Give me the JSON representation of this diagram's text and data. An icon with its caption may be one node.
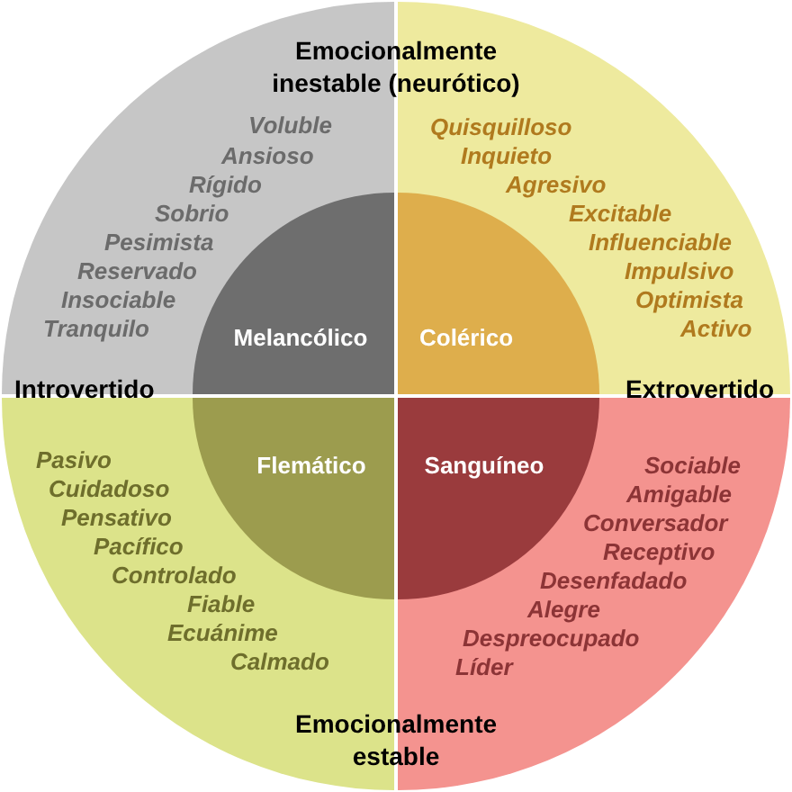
{
  "diagram": {
    "nodes": [
      {
        "text": [
          "Voluble",
          "Ansioso",
          "Rígido",
          "Sobrio",
          "Pesimista",
          "Reservado",
          "Insociable",
          "Tranquilo"
        ]
      },
      {
        "text": [
          "Melancólico"
        ],
        "in": 0
      },
      {
        "text": [
          "Quisquilloso",
          "Inquieto",
          "Agresivo",
          "Excitable",
          "Influenciable",
          "Impulsivo",
          "Optimista",
          "Activo"
        ]
      },
      {
        "text": [
          "Colérico"
        ],
        "in": 2
      },
      {
        "text": [
          "Pasivo",
          "Cuidadoso",
          "Pensativo",
          "Pacífico",
          "Controlado",
          "Fiable",
          "Ecuánime",
          "Calmado"
        ]
      },
      {
        "text": [
          "Flemático"
        ],
        "in": 4
      },
      {
        "text": [
          "Sociable",
          "Amigable",
          "Conversador",
          "Receptivo",
          "Desenfadado",
          "Alegre",
          "Despreocupado",
          "Líder"
        ]
      },
      {
        "text": [
          "Sanguíneo"
        ],
        "in": 6
      }
    ],
    "labels": [
      "Emocionalmente inestable (neurótico)",
      "Introvertido",
      "Extrovertido",
      "Emocionalmente estable"
    ]
  }
}
